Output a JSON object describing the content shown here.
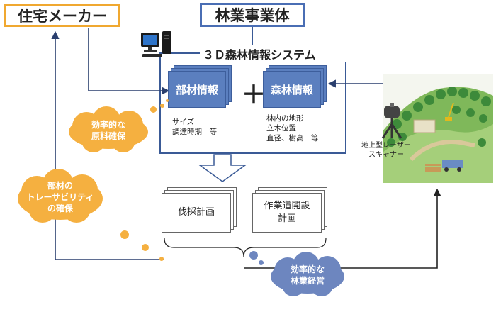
{
  "boxes": {
    "housing_maker": "住宅メーカー",
    "forestry_entity": "林業事業体"
  },
  "system": {
    "title": "３Ｄ森林情報システム",
    "part_info": {
      "label": "部材情報",
      "details": [
        "サイズ",
        "調達時期　等"
      ]
    },
    "forest_info": {
      "label": "森林情報",
      "details": [
        "林内の地形",
        "立木位置",
        "直径、樹高　等"
      ]
    },
    "plus": "＋"
  },
  "plans": {
    "felling": "伐採計画",
    "road": [
      "作業道開設",
      "計画"
    ]
  },
  "clouds": {
    "raw_material": [
      "効率的な",
      "原料確保"
    ],
    "traceability": [
      "部材の",
      "トレーサビリティ",
      "の確保"
    ],
    "management": [
      "効率的な",
      "林業経営"
    ]
  },
  "scanner": {
    "label": [
      "地上型レーザー",
      "スキャナー"
    ]
  },
  "colors": {
    "housing_border": "#f0a830",
    "forestry_border": "#4a6eb4",
    "doc_blue": "#5b7fbf",
    "cloud_orange": "#f5b040",
    "cloud_blue": "#6d86bf",
    "connector": "#3a5a96"
  }
}
